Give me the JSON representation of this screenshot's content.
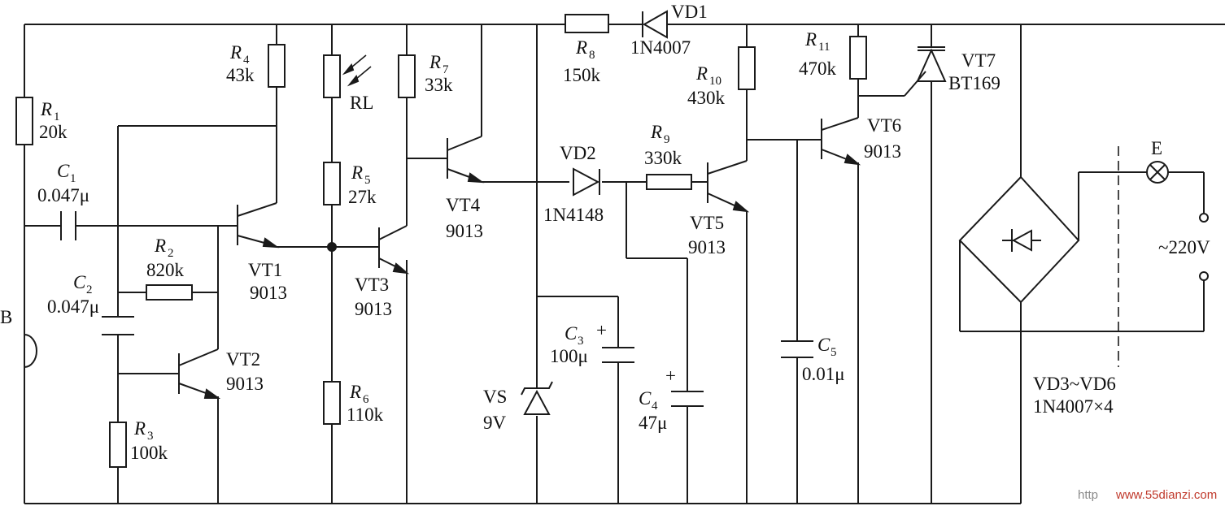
{
  "colors": {
    "ink": "#1a1a1a",
    "background": "#ffffff",
    "watermark": "#c0392b"
  },
  "components": {
    "r1": {
      "ref": "R",
      "sub": "1",
      "value": "20k"
    },
    "r2": {
      "ref": "R",
      "sub": "2",
      "value": "820k"
    },
    "r3": {
      "ref": "R",
      "sub": "3",
      "value": "100k"
    },
    "r4": {
      "ref": "R",
      "sub": "4",
      "value": "43k"
    },
    "r5": {
      "ref": "R",
      "sub": "5",
      "value": "27k"
    },
    "r6": {
      "ref": "R",
      "sub": "6",
      "value": "110k"
    },
    "r7": {
      "ref": "R",
      "sub": "7",
      "value": "33k"
    },
    "r8": {
      "ref": "R",
      "sub": "8",
      "value": "150k"
    },
    "r9": {
      "ref": "R",
      "sub": "9",
      "value": "330k"
    },
    "r10": {
      "ref": "R",
      "sub": "10",
      "value": "430k"
    },
    "r11": {
      "ref": "R",
      "sub": "11",
      "value": "470k"
    },
    "c1": {
      "ref": "C",
      "sub": "1",
      "value": "0.047μ"
    },
    "c2": {
      "ref": "C",
      "sub": "2",
      "value": "0.047μ"
    },
    "c3": {
      "ref": "C",
      "sub": "3",
      "value": "100μ",
      "polarity": "+"
    },
    "c4": {
      "ref": "C",
      "sub": "4",
      "value": "47μ",
      "polarity": "+"
    },
    "c5": {
      "ref": "C",
      "sub": "5",
      "value": "0.01μ"
    },
    "vt1": {
      "ref": "VT1",
      "value": "9013"
    },
    "vt2": {
      "ref": "VT2",
      "value": "9013"
    },
    "vt3": {
      "ref": "VT3",
      "value": "9013"
    },
    "vt4": {
      "ref": "VT4",
      "value": "9013"
    },
    "vt5": {
      "ref": "VT5",
      "value": "9013"
    },
    "vt6": {
      "ref": "VT6",
      "value": "9013"
    },
    "vt7": {
      "ref": "VT7",
      "value": "BT169"
    },
    "vd1": {
      "ref": "VD1",
      "value": "1N4007"
    },
    "vd2": {
      "ref": "VD2",
      "value": "1N4148"
    },
    "vs": {
      "ref": "VS",
      "value": "9V"
    },
    "rl": {
      "ref": "RL"
    },
    "mic": {
      "ref": "B"
    },
    "lamp": {
      "ref": "E"
    },
    "mains": {
      "value": "~220V"
    },
    "bridge": {
      "ref": "VD3~VD6",
      "value": "1N4007×4"
    }
  },
  "watermark": {
    "prefix": "http",
    "site": "www.55dianzi.com"
  }
}
